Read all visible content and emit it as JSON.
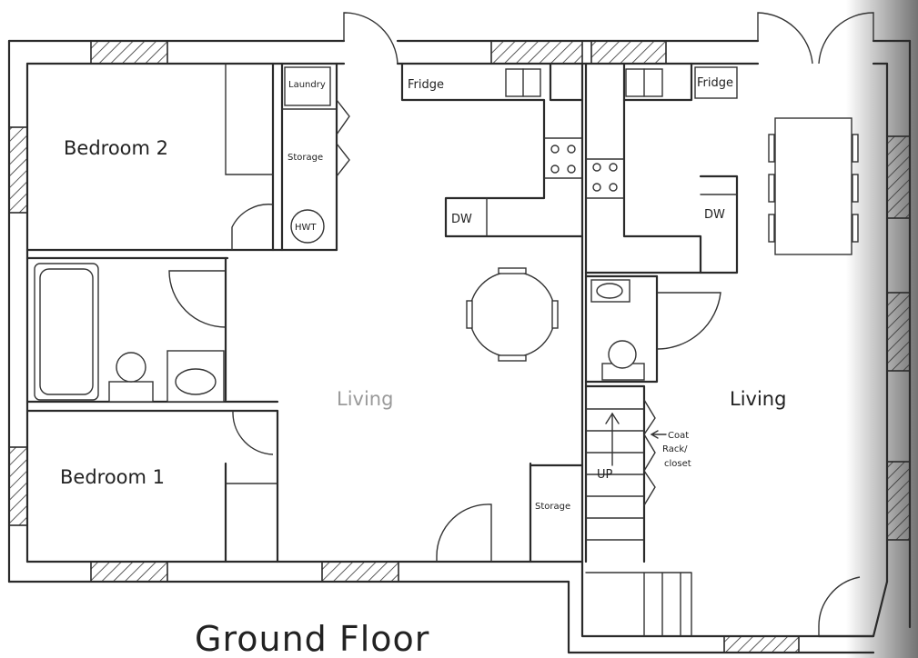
{
  "rooms": {
    "bedroom2": "Bedroom 2",
    "bedroom1": "Bedroom 1",
    "living_left": "Living",
    "living_right": "Living"
  },
  "fixtures": {
    "laundry": "Laundry",
    "storage_upper": "Storage",
    "hwt": "HWT",
    "fridge_left": "Fridge",
    "fridge_right": "Fridge",
    "dw_left": "DW",
    "dw_right": "DW",
    "storage_lower": "Storage",
    "stairs_up": "UP",
    "coat_line1": "Coat",
    "coat_line2": "Rack/",
    "coat_line3": "closet"
  },
  "title": "Ground Floor"
}
